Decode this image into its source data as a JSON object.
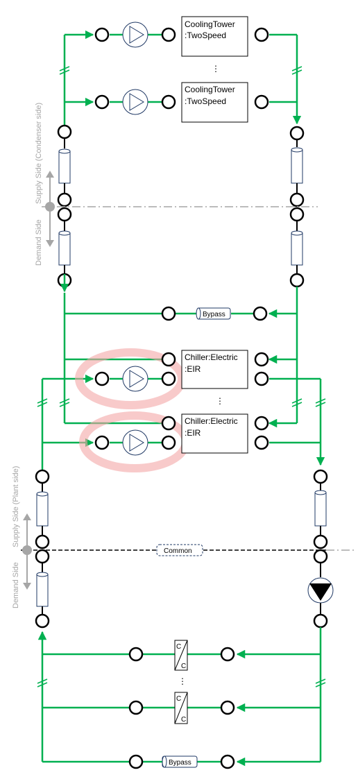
{
  "condenser_loop": {
    "towers": [
      {
        "label_1": "CoolingTower",
        "label_2": ":TwoSpeed"
      },
      {
        "label_1": "CoolingTower",
        "label_2": ":TwoSpeed"
      }
    ],
    "ellipsis": "⋮",
    "supply_side_label": "Supply Side (Condenser side)",
    "demand_side_label": "Demand Side",
    "bypass_label": "Bypass"
  },
  "chillers": [
    {
      "label_1": "Chiller:Electric",
      "label_2": ":EIR"
    },
    {
      "label_1": "Chiller:Electric",
      "label_2": ":EIR"
    }
  ],
  "chiller_ellipsis": "⋮",
  "plant_loop": {
    "supply_side_label": "Supply Side (Plant side)",
    "demand_side_label": "Demand Side",
    "common_label": "Common",
    "coils": [
      {
        "top": "C",
        "bottom": "C"
      },
      {
        "top": "C",
        "bottom": "C"
      }
    ],
    "ellipsis": "⋮",
    "bypass_label": "Bypass"
  },
  "colors": {
    "pipe": "#00b050",
    "highlight": "#f4a6a6",
    "side_text": "#a6a6a6"
  }
}
